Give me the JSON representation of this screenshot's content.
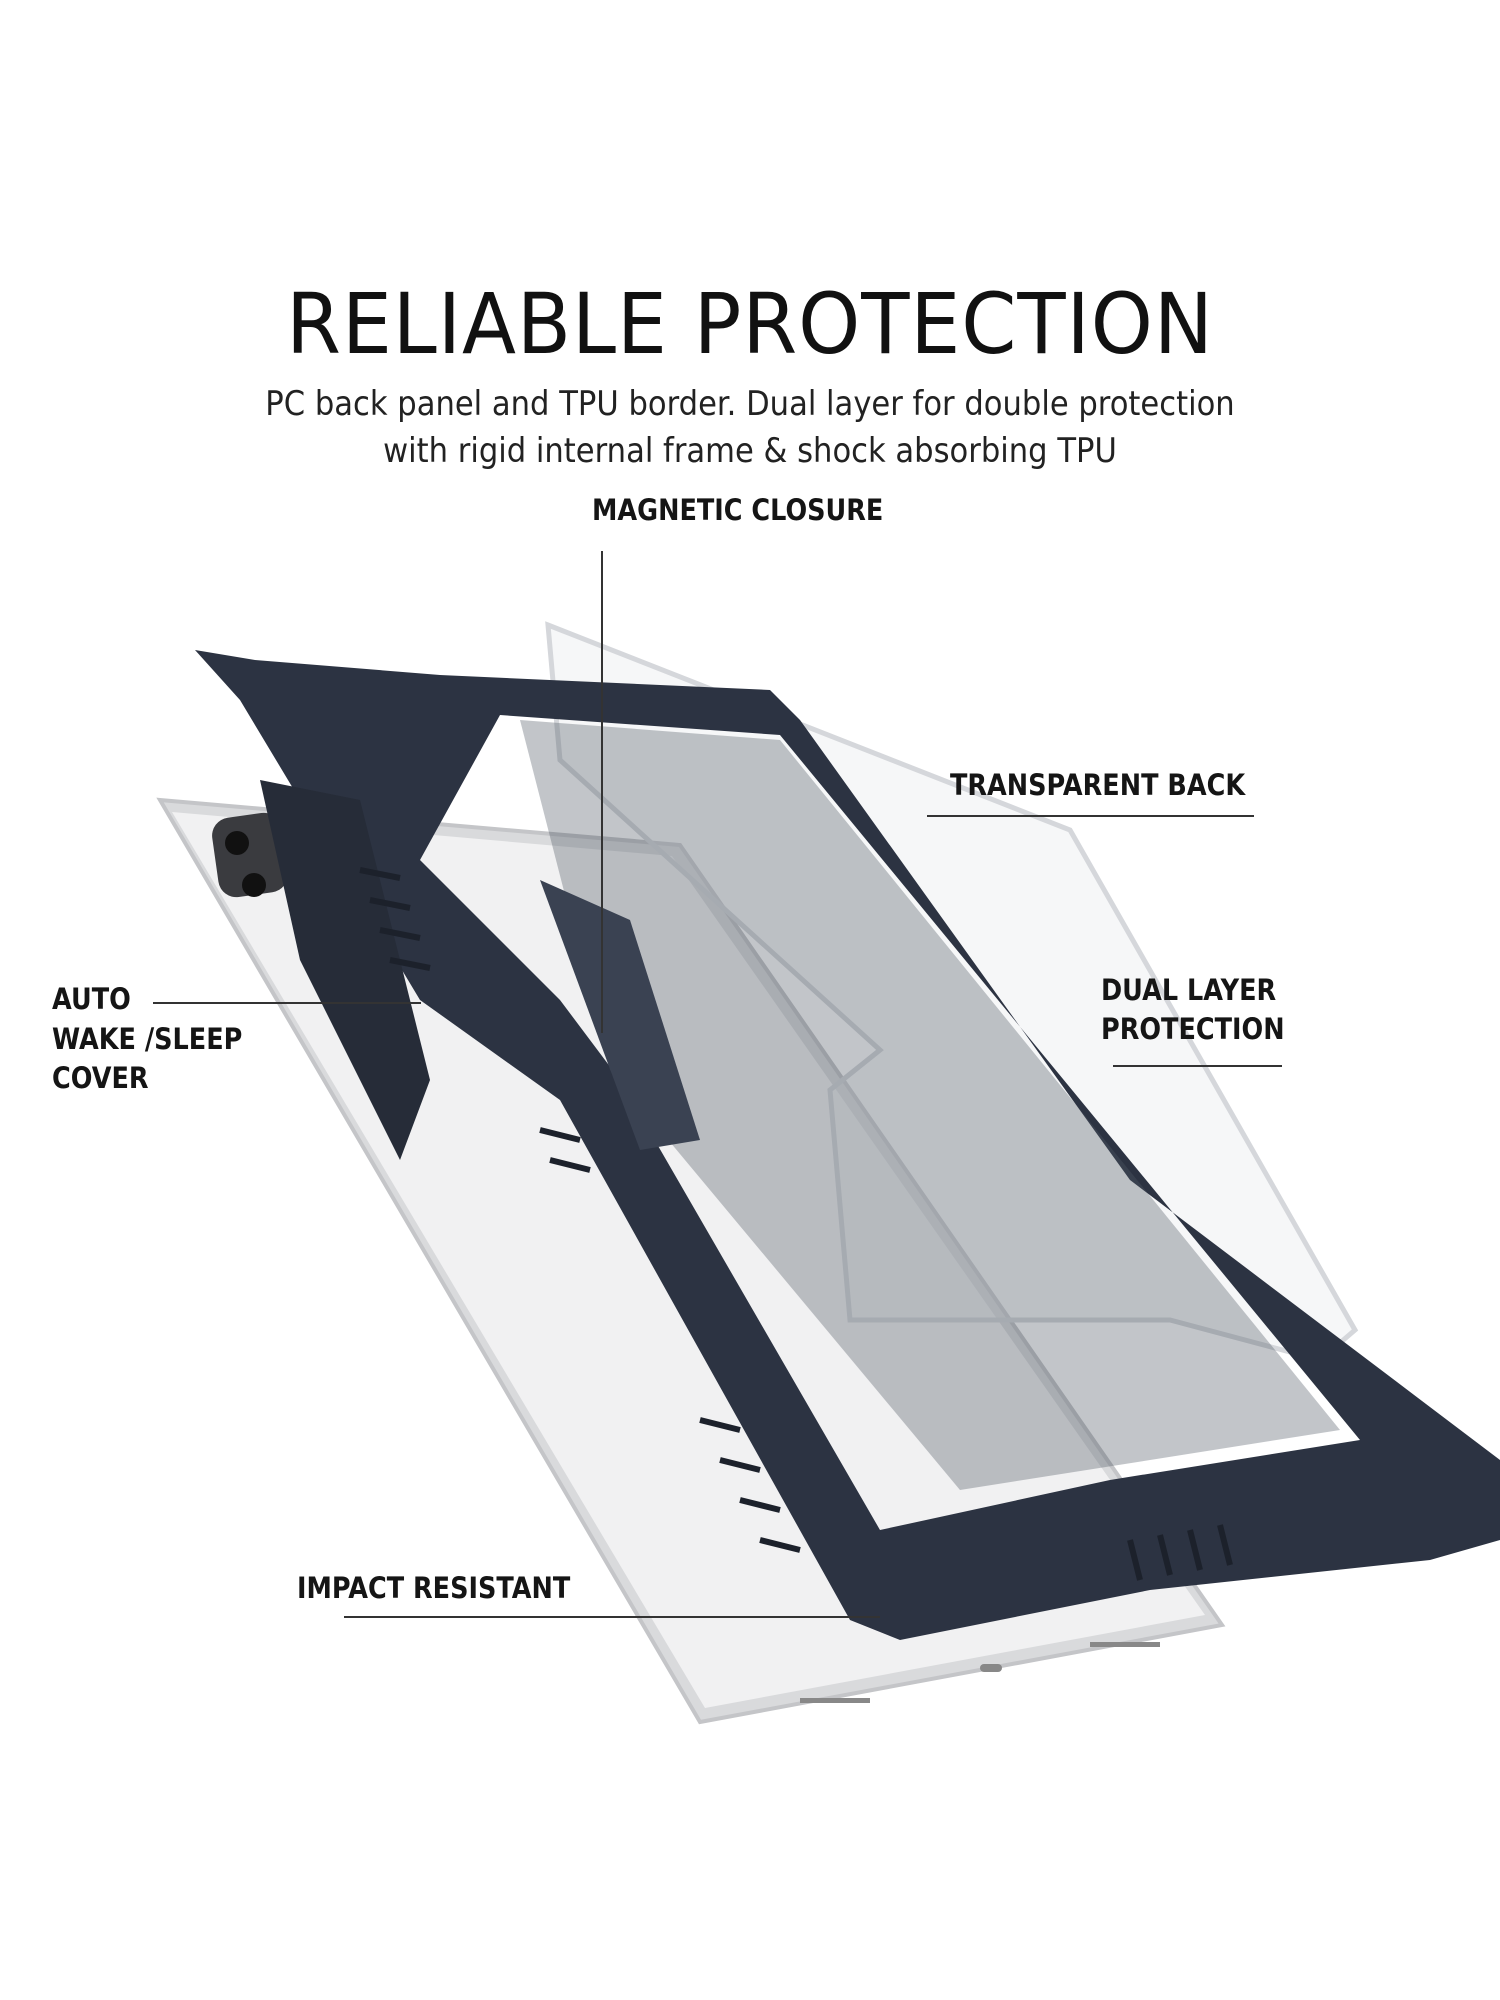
{
  "header": {
    "title": "RELIABLE PROTECTION",
    "subtitle_line1": "PC back panel and TPU border. Dual layer for double protection",
    "subtitle_line2": "with rigid internal frame & shock absorbing TPU"
  },
  "callouts": {
    "magnetic_closure": "MAGNETIC CLOSURE",
    "transparent_back": "TRANSPARENT BACK",
    "dual_layer_1": "DUAL LAYER",
    "dual_layer_2": "PROTECTION",
    "auto_wake_1": "AUTO",
    "auto_wake_2": "WAKE /SLEEP",
    "auto_wake_3": "COVER",
    "impact_resistant": "IMPACT RESISTANT"
  },
  "colors": {
    "case_frame": "#2b3240",
    "tablet": "#e9eaec",
    "text": "#111111"
  }
}
